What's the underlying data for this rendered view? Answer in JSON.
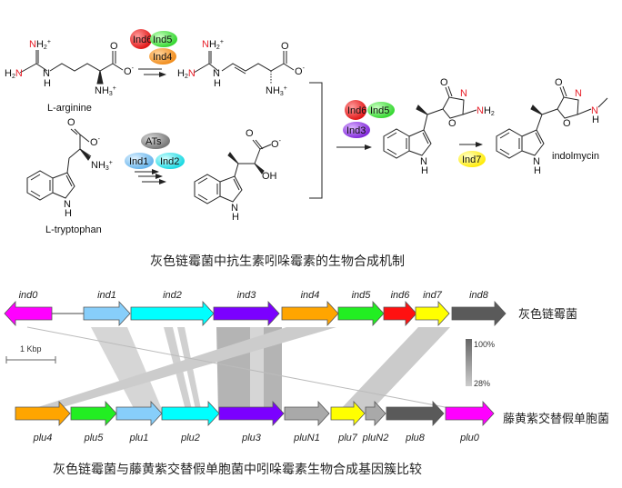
{
  "pathway": {
    "substrate1": "L-arginine",
    "substrate2": "L-tryptophan",
    "product": "indolmycin",
    "step1_enzymes": [
      "Ind6",
      "Ind5",
      "Ind4"
    ],
    "step2_enzymes": [
      "ATs",
      "Ind1",
      "Ind2"
    ],
    "step3_enzymes": [
      "Ind6",
      "Ind5",
      "Ind3"
    ],
    "step4_enzymes": [
      "Ind7"
    ],
    "atoms": {
      "nh2plus": "NH₂⁺",
      "h2n": "H₂N",
      "n": "N",
      "h": "H",
      "o": "O",
      "o_minus": "O⁻",
      "nh3plus": "NH₃⁺",
      "oh": "OH",
      "nh": "NH",
      "nh2": "NH₂"
    },
    "caption": "灰色链霉菌中抗生素吲哚霉素的生物合成机制"
  },
  "comparison": {
    "top_organism": "灰色链霉菌",
    "bottom_organism": "藤黄紫交替假单胞菌",
    "scale_label": "1 Kbp",
    "legend_max": "100%",
    "legend_min": "28%",
    "top_genes": [
      {
        "name": "ind0",
        "color": "#ff00ff",
        "dir": "left"
      },
      {
        "name": "ind1",
        "color": "#87cefa",
        "dir": "right"
      },
      {
        "name": "ind2",
        "color": "#00ffff",
        "dir": "right"
      },
      {
        "name": "ind3",
        "color": "#7b00ff",
        "dir": "right"
      },
      {
        "name": "ind4",
        "color": "#ffa500",
        "dir": "right"
      },
      {
        "name": "ind5",
        "color": "#22ee22",
        "dir": "right"
      },
      {
        "name": "ind6",
        "color": "#ff1111",
        "dir": "right"
      },
      {
        "name": "ind7",
        "color": "#ffff00",
        "dir": "right"
      },
      {
        "name": "ind8",
        "color": "#5a5a5a",
        "dir": "right"
      }
    ],
    "bottom_genes": [
      {
        "name": "plu4",
        "color": "#ffa500",
        "dir": "right"
      },
      {
        "name": "plu5",
        "color": "#22ee22",
        "dir": "right"
      },
      {
        "name": "plu1",
        "color": "#87cefa",
        "dir": "right"
      },
      {
        "name": "plu2",
        "color": "#00ffff",
        "dir": "right"
      },
      {
        "name": "plu3",
        "color": "#7b00ff",
        "dir": "right"
      },
      {
        "name": "pluN1",
        "color": "#a9a9a9",
        "dir": "right"
      },
      {
        "name": "plu7",
        "color": "#ffff00",
        "dir": "right"
      },
      {
        "name": "pluN2",
        "color": "#a9a9a9",
        "dir": "right"
      },
      {
        "name": "plu8",
        "color": "#5a5a5a",
        "dir": "right"
      },
      {
        "name": "plu0",
        "color": "#ff00ff",
        "dir": "right"
      }
    ],
    "caption": "灰色链霉菌与藤黄紫交替假单胞菌中吲哚霉素生物合成基因簇比较"
  }
}
